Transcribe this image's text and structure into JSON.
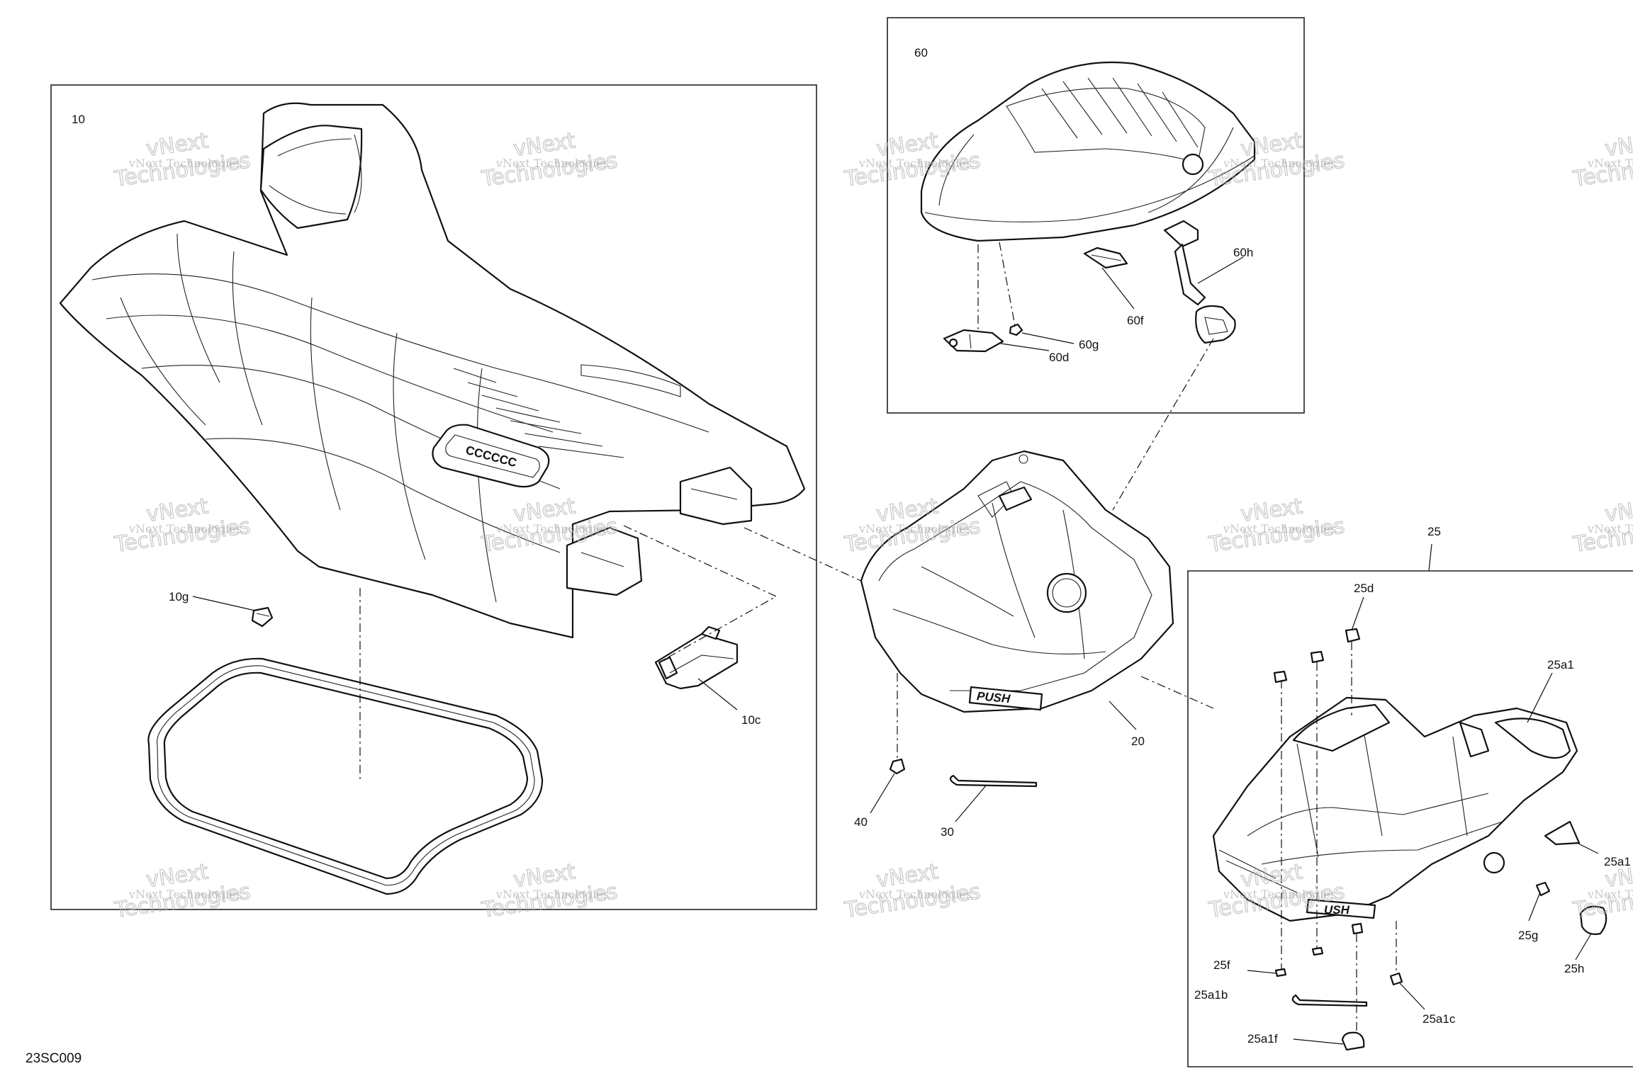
{
  "document_id": "23SC009",
  "watermark": {
    "line1": "vNext Technologies",
    "line2": "vNext",
    "line3": "Technologies"
  },
  "callouts": {
    "c10": "10",
    "c10g": "10g",
    "c10c": "10c",
    "c60": "60",
    "c60h": "60h",
    "c60f": "60f",
    "c60g": "60g",
    "c60d": "60d",
    "c20": "20",
    "c40": "40",
    "c30": "30",
    "c25": "25",
    "c25d": "25d",
    "c25a1": "25a1",
    "c25a1_side": "25a1",
    "c25g": "25g",
    "c25h": "25h",
    "c25f": "25f",
    "c25a1b": "25a1b",
    "c25a1c": "25a1c",
    "c25a1f": "25a1f"
  },
  "stamps": {
    "push_main": "PUSH",
    "push_small": "USH",
    "logo_text": "CCCCCC"
  }
}
